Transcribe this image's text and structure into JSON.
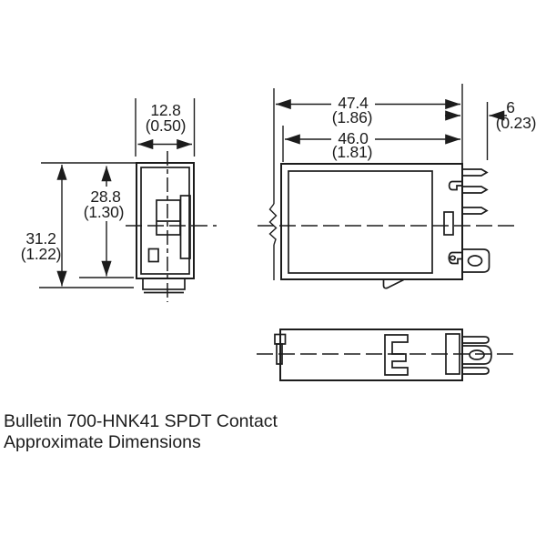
{
  "title": {
    "line1": "Bulletin 700-HNK41 SPDT Contact",
    "line2": "Approximate Dimensions"
  },
  "views": {
    "front": {
      "width": {
        "mm": "12.8",
        "inch": "(0.50)"
      },
      "body_height": {
        "mm": "28.8",
        "inch": "(1.30)"
      },
      "total_height": {
        "mm": "31.2",
        "inch": "(1.22)"
      }
    },
    "side": {
      "total_width": {
        "mm": "47.4",
        "inch": "(1.86)"
      },
      "body_width": {
        "mm": "46.0",
        "inch": "(1.81)"
      },
      "pin_length": {
        "mm": "6",
        "inch": "(0.23)"
      }
    }
  },
  "colors": {
    "line": "#1c1c1c",
    "background": "#ffffff"
  }
}
